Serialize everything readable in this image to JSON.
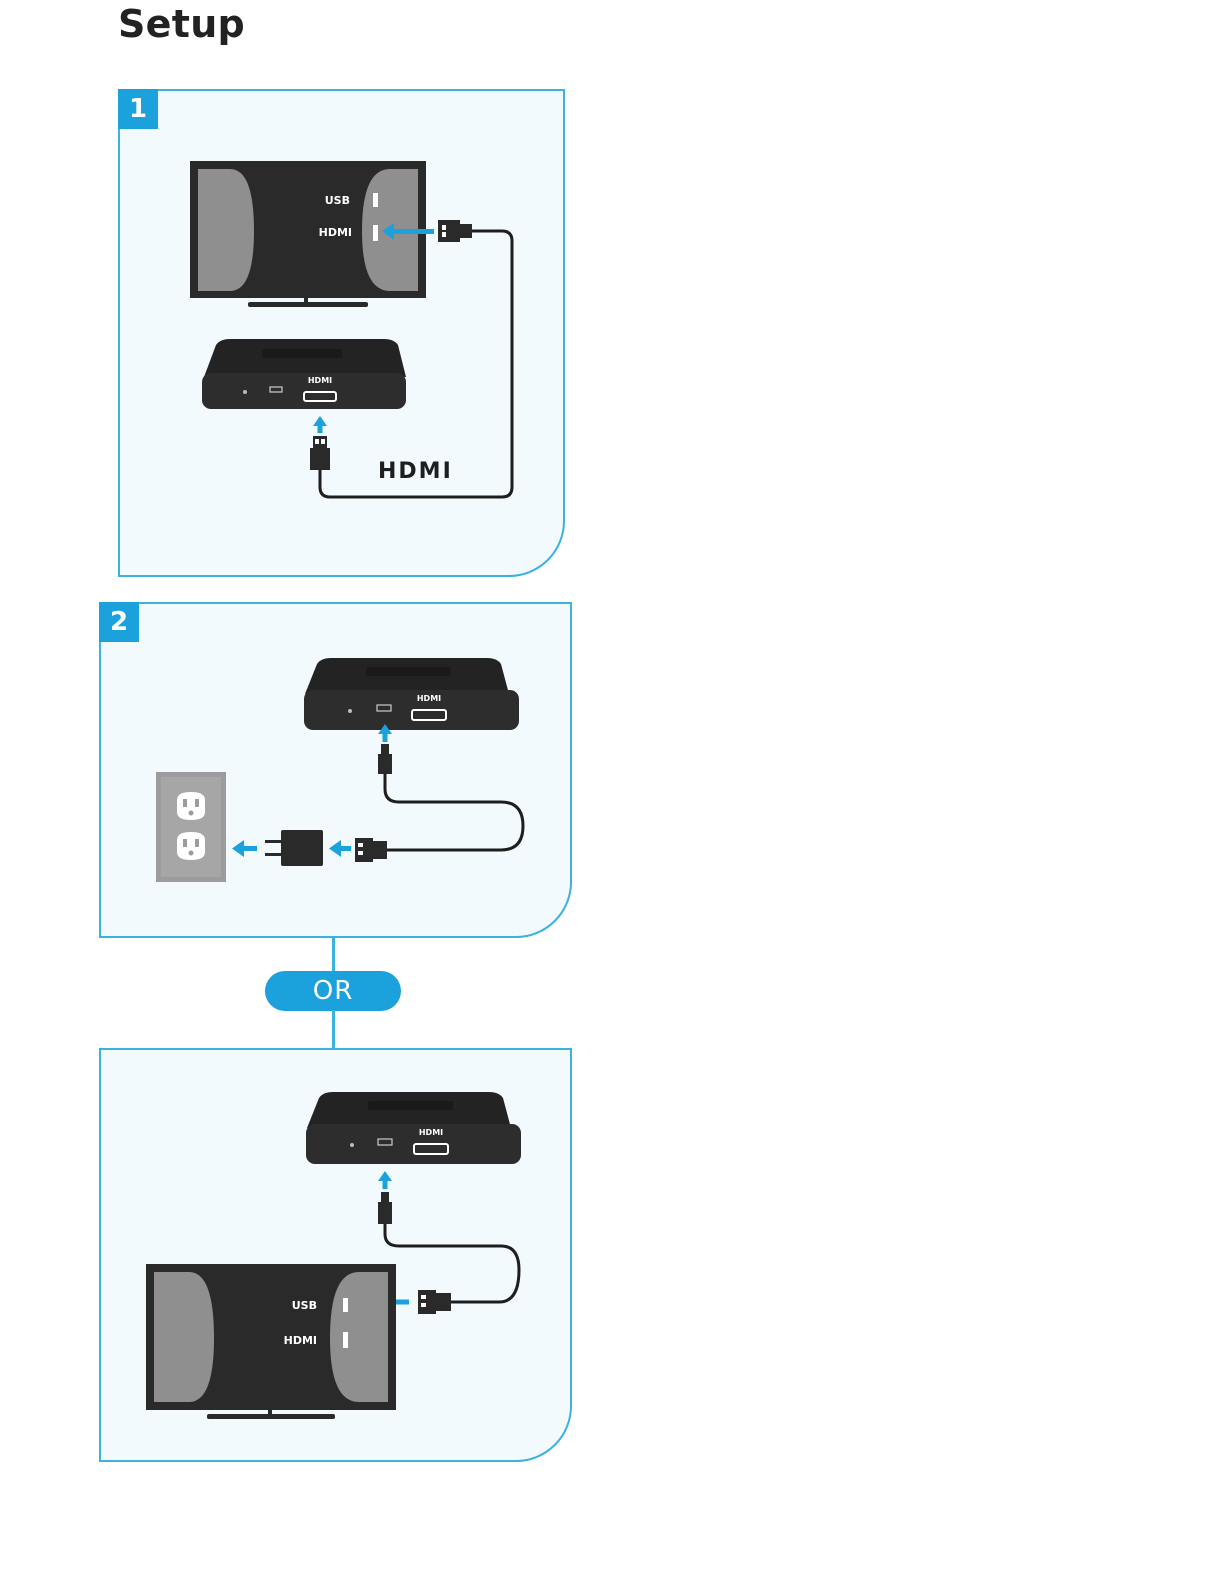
{
  "page": {
    "title": "Setup"
  },
  "steps": [
    {
      "number": "1",
      "tv_labels": {
        "usb": "USB",
        "hdmi": "HDMI"
      },
      "device_labels": {
        "hdmi": "HDMI"
      },
      "cable_label": "HDMI"
    },
    {
      "number": "2",
      "device_labels": {
        "hdmi": "HDMI"
      }
    }
  ],
  "or_label": "OR",
  "alt": {
    "tv_labels": {
      "usb": "USB",
      "hdmi": "HDMI"
    },
    "device_labels": {
      "hdmi": "HDMI"
    }
  },
  "colors": {
    "accent": "#1ba1db",
    "panel_bg": "#f2fafd",
    "device": "#2b2b2b"
  }
}
